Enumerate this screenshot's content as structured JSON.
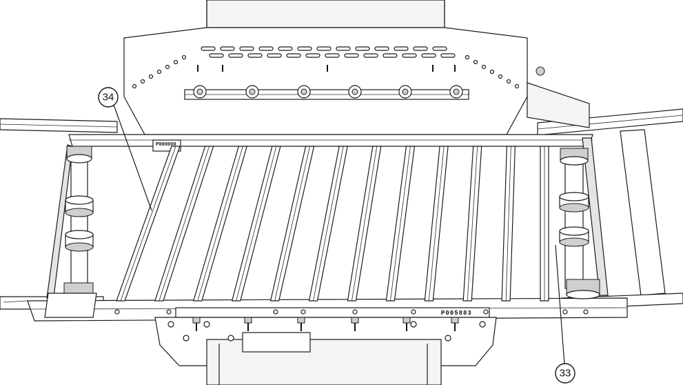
{
  "callouts": [
    {
      "id": "c34",
      "label": "34"
    },
    {
      "id": "c33",
      "label": "33"
    }
  ],
  "plates": {
    "top_left_code": "P000000",
    "front_code": "P005883"
  },
  "roller_count": 12
}
